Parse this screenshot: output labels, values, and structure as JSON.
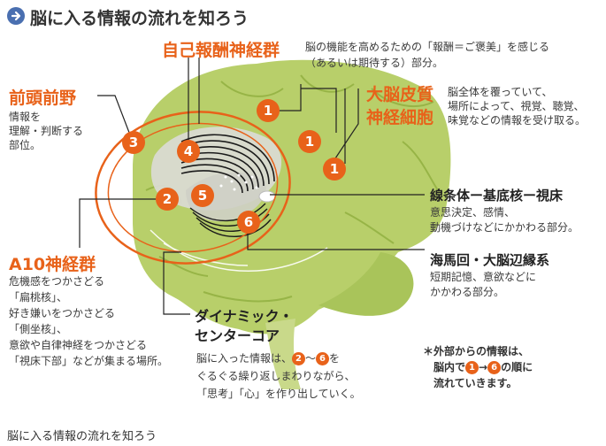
{
  "header": {
    "title": "脳に入る情報の流れを知ろう"
  },
  "reward": {
    "title": "自己報酬神経群",
    "desc": [
      "脳の機能を高めるための「報酬＝ご褒美」を感じる",
      "（あるいは期待する）部分。"
    ]
  },
  "prefrontal": {
    "title": "前頭前野",
    "desc": [
      "情報を",
      "理解・判断する",
      "部位。"
    ]
  },
  "cortex": {
    "title1": "大脳皮質",
    "title2": "神経細胞",
    "desc": [
      "脳全体を覆っていて、",
      "場所によって、視覚、聴覚、",
      "味覚などの情報を受け取る。"
    ]
  },
  "striatum": {
    "title": "線条体ー基底核ー視床",
    "desc": [
      "意思決定、感情、",
      "動機づけなどにかかわる部分。"
    ]
  },
  "hippocampus": {
    "title": "海馬回・大脳辺縁系",
    "desc": [
      "短期記憶、意欲などに",
      "かかわる部分。"
    ]
  },
  "a10": {
    "title": "A10神経群",
    "desc": [
      "危機感をつかさどる",
      "「扁桃核」、",
      "好き嫌いをつかさどる",
      "「側坐核」、",
      "意欲や自律神経をつかさどる",
      "「視床下部」などが集まる場所。"
    ]
  },
  "dynamic": {
    "title1": "ダイナミック・",
    "title2": "センターコア",
    "desc1a": "脳に入った情報は、",
    "desc1b": "〜",
    "desc1c": "を",
    "desc2": "ぐるぐる繰り返しまわりながら、",
    "desc3": "「思考」「心」を作り出していく。",
    "num_a": "2",
    "num_b": "6"
  },
  "external": {
    "line1": "＊外部からの情報は、",
    "line2a": "脳内で",
    "line2b": "→",
    "line2c": "の順に",
    "line3": "流れていきます。",
    "num_a": "1",
    "num_b": "6"
  },
  "markers": [
    "1",
    "1",
    "1",
    "3",
    "4",
    "2",
    "5",
    "6"
  ],
  "caption": "脳に入る情報の流れを知ろう",
  "colors": {
    "accent": "#e8621a",
    "brain": "#b8cf6a",
    "brain_dark": "#8fae3e",
    "arrow_icon": "#4a6fb0"
  }
}
